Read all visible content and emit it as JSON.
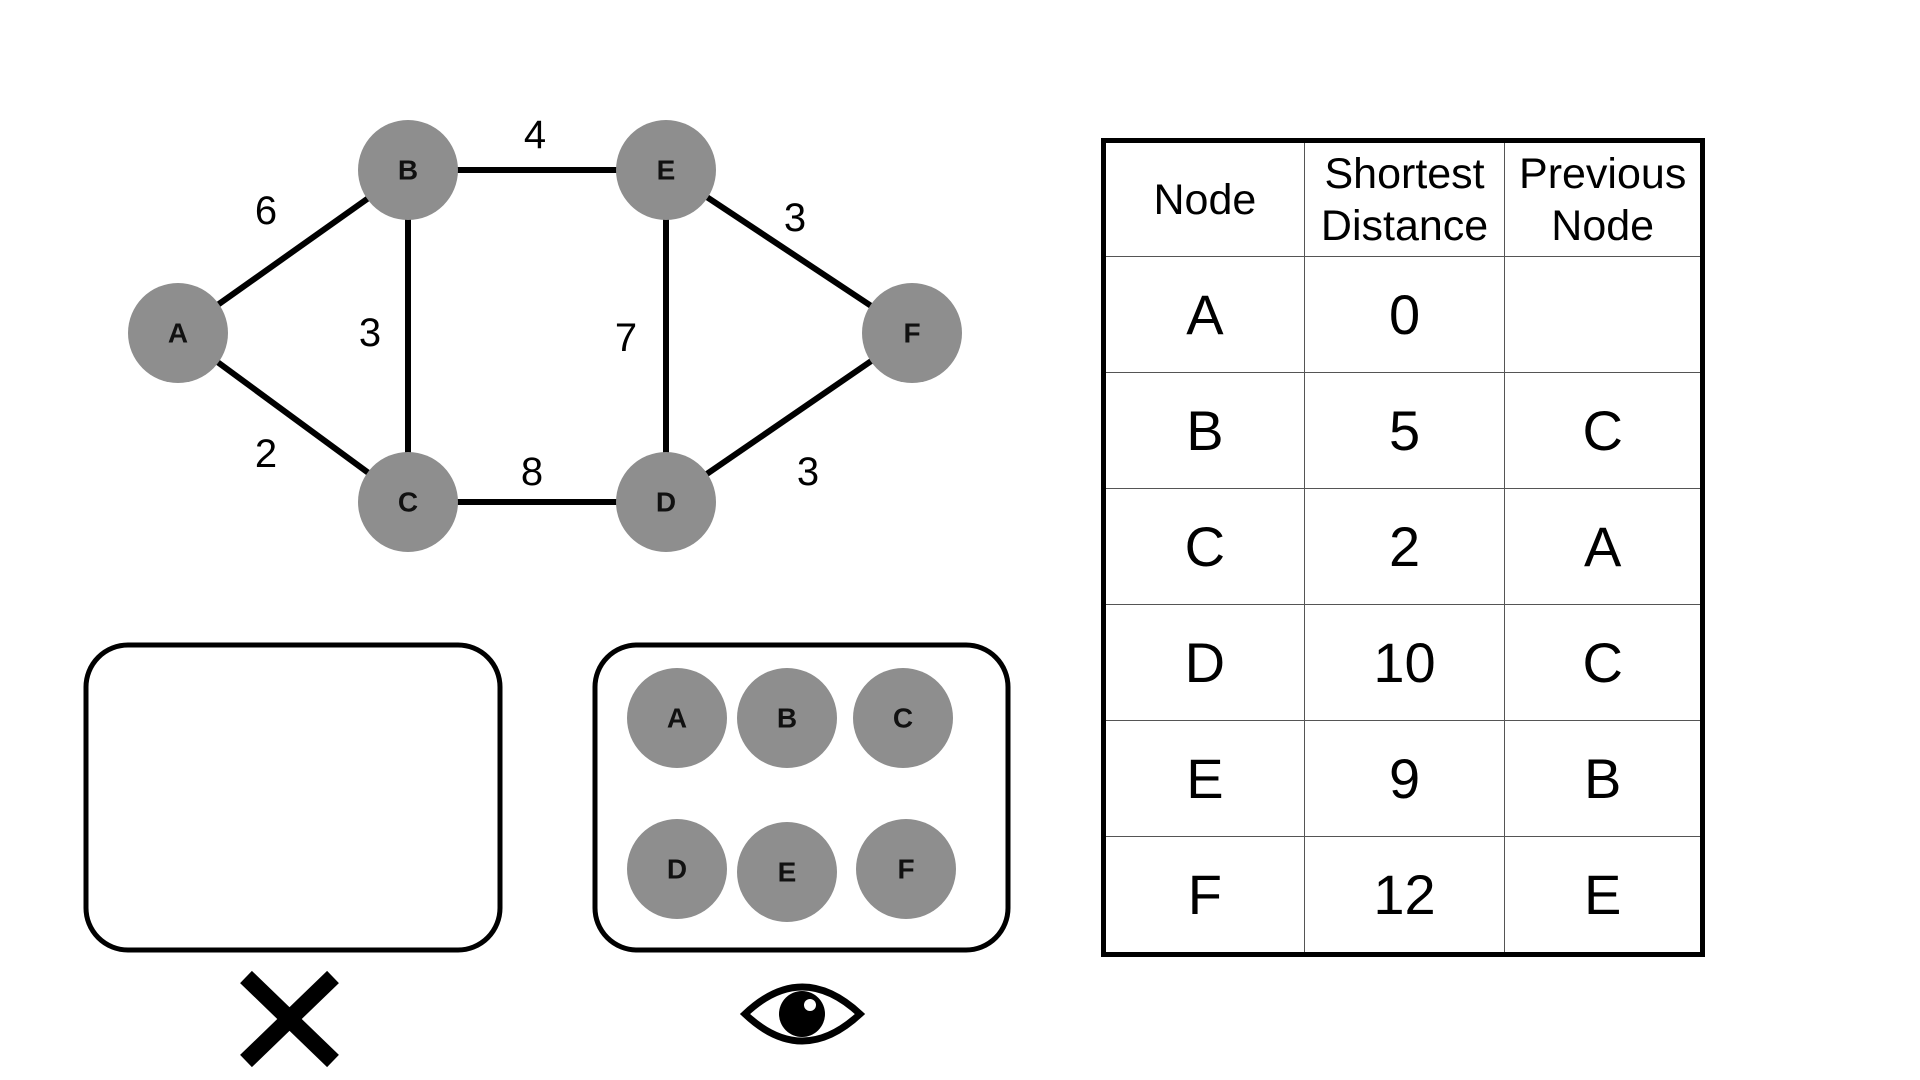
{
  "graph": {
    "nodes": [
      {
        "id": "A",
        "label": "A"
      },
      {
        "id": "B",
        "label": "B"
      },
      {
        "id": "C",
        "label": "C"
      },
      {
        "id": "D",
        "label": "D"
      },
      {
        "id": "E",
        "label": "E"
      },
      {
        "id": "F",
        "label": "F"
      }
    ],
    "edges": [
      {
        "from": "A",
        "to": "B",
        "weight": "6"
      },
      {
        "from": "A",
        "to": "C",
        "weight": "2"
      },
      {
        "from": "B",
        "to": "C",
        "weight": "3"
      },
      {
        "from": "B",
        "to": "E",
        "weight": "4"
      },
      {
        "from": "C",
        "to": "D",
        "weight": "8"
      },
      {
        "from": "E",
        "to": "D",
        "weight": "7"
      },
      {
        "from": "E",
        "to": "F",
        "weight": "3"
      },
      {
        "from": "D",
        "to": "F",
        "weight": "3"
      }
    ],
    "node_color": "#8e8e8e",
    "edge_color": "#000000"
  },
  "unvisited_set": {
    "nodes": [],
    "status_icon": "cross-icon"
  },
  "visited_set": {
    "nodes": [
      "A",
      "B",
      "C",
      "D",
      "E",
      "F"
    ],
    "status_icon": "eye-icon"
  },
  "table": {
    "headers": [
      "Node",
      "Shortest Distance",
      "Previous Node"
    ],
    "rows": [
      [
        "A",
        "0",
        ""
      ],
      [
        "B",
        "5",
        "C"
      ],
      [
        "C",
        "2",
        "A"
      ],
      [
        "D",
        "10",
        "C"
      ],
      [
        "E",
        "9",
        "B"
      ],
      [
        "F",
        "12",
        "E"
      ]
    ]
  }
}
